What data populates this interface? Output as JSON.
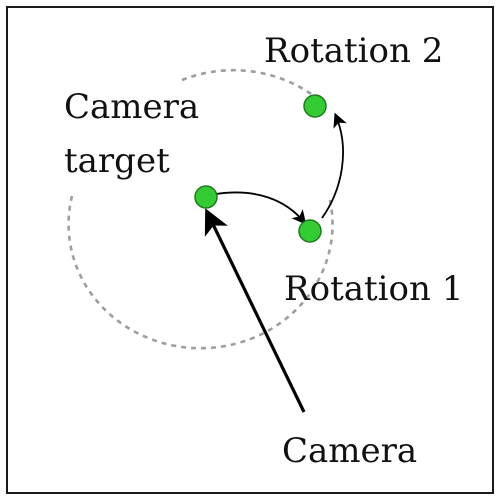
{
  "labels": {
    "rotation_2": "Rotation 2",
    "camera_target_line1": "Camera",
    "camera_target_line2": "target",
    "rotation_1": "Rotation 1",
    "camera": "Camera"
  },
  "colors": {
    "node_fill": "#33cc33",
    "node_stroke": "#1f7a1f",
    "arrow": "#000000",
    "orbit": "#9e9e9e",
    "border": "#1a1a1a"
  }
}
